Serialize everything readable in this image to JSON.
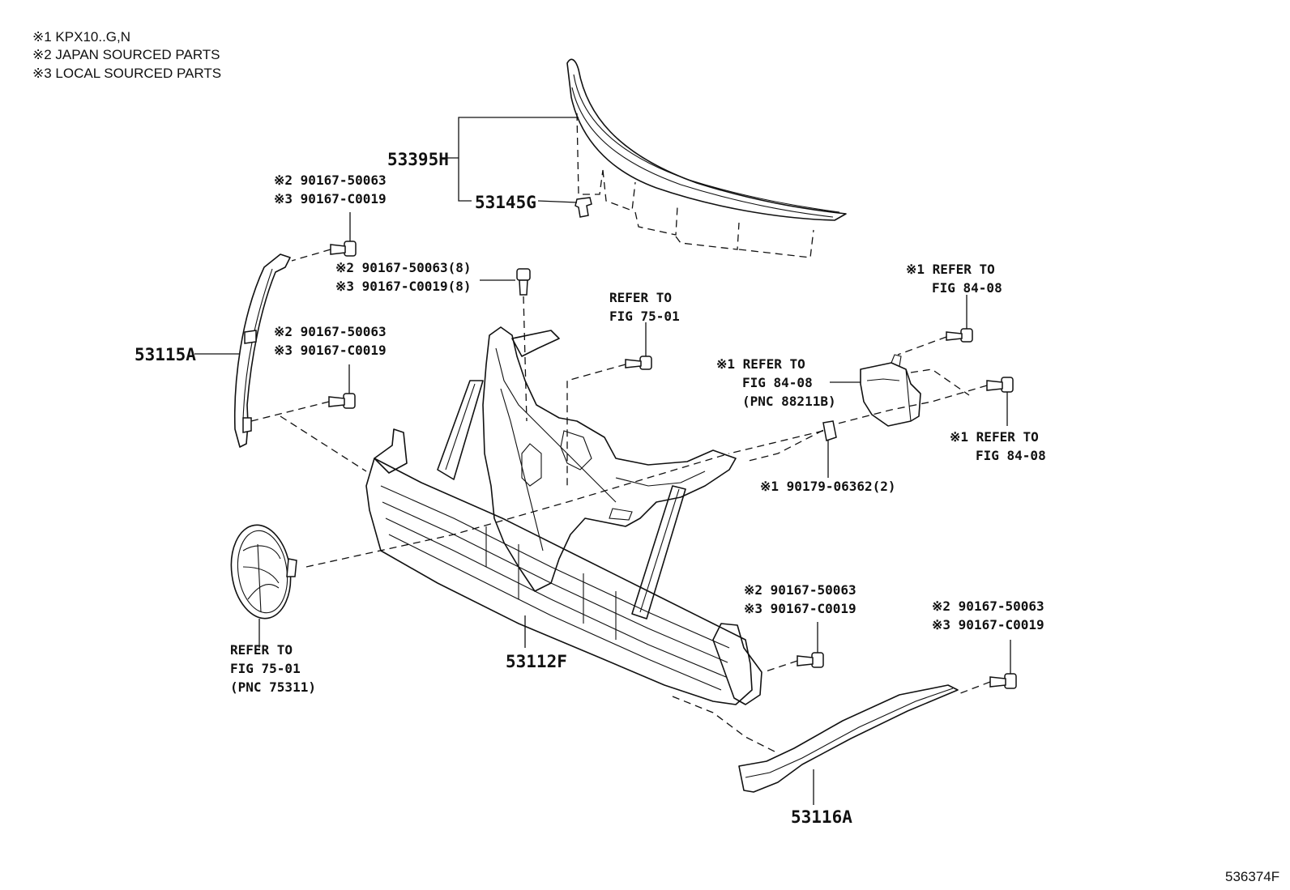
{
  "notes": [
    "※1 KPX10..G,N",
    "※2 JAPAN SOURCED PARTS",
    "※3 LOCAL SOURCED PARTS"
  ],
  "labels": {
    "p53395H": "53395H",
    "p53145G": "53145G",
    "p53115A": "53115A",
    "p53112F": "53112F",
    "p53116A": "53116A",
    "bolt_tl_2": "※2 90167-50063",
    "bolt_tl_3": "※3 90167-C0019",
    "bolt_top_2": "※2 90167-50063(8)",
    "bolt_top_3": "※3 90167-C0019(8)",
    "bolt_ml_2": "※2 90167-50063",
    "bolt_ml_3": "※3 90167-C0019",
    "bolt_br_2": "※2 90167-50063",
    "bolt_br_3": "※3 90167-C0019",
    "bolt_fr_2": "※2 90167-50063",
    "bolt_fr_3": "※3 90167-C0019",
    "nut": "※1 90179-06362(2)",
    "refer_mid_1": "REFER TO",
    "refer_mid_2": "FIG 75-01",
    "refer_tr_1": "※1 REFER TO",
    "refer_tr_2": "FIG 84-08",
    "refer_sensor_1": "※1 REFER TO",
    "refer_sensor_2": "FIG 84-08",
    "refer_sensor_3": "(PNC 88211B)",
    "refer_r_1": "※1 REFER TO",
    "refer_r_2": "FIG 84-08",
    "refer_emb_1": "REFER TO",
    "refer_emb_2": "FIG 75-01",
    "refer_emb_3": "(PNC 75311)"
  },
  "figure_id": "536374F"
}
